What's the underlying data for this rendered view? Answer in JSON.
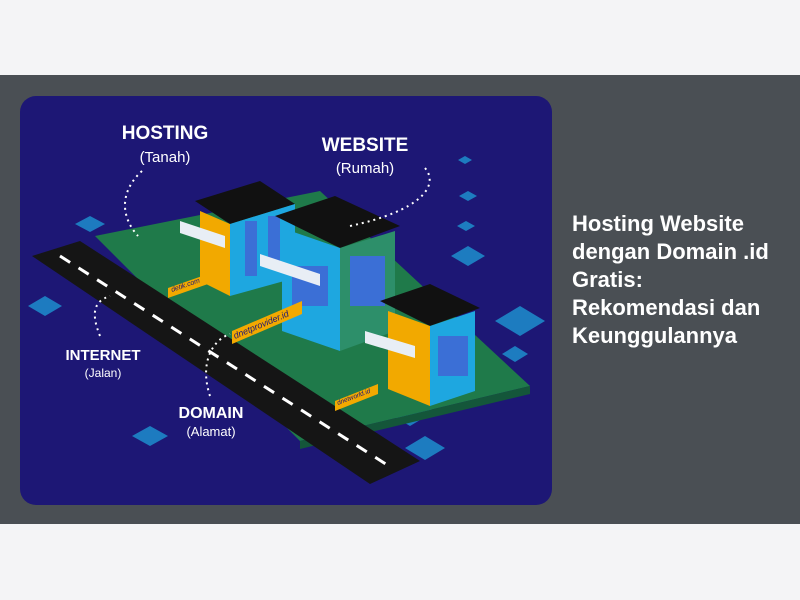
{
  "article": {
    "title": "Hosting Website dengan Domain .id Gratis: Rekomendasi dan Keunggulannya"
  },
  "illustration": {
    "labels": [
      {
        "main": "HOSTING",
        "sub": "(Tanah)"
      },
      {
        "main": "WEBSITE",
        "sub": "(Rumah)"
      },
      {
        "main": "INTERNET",
        "sub": "(Jalan)"
      },
      {
        "main": "DOMAIN",
        "sub": "(Alamat)"
      }
    ],
    "signs": [
      "detik.com",
      "dnetprovider.id",
      "dnetworld.id"
    ]
  },
  "colors": {
    "page_bg": "#f4f4f6",
    "band": "#4a4f54",
    "hero_bg": "#1d1775",
    "ground": "#1f7a4a",
    "road": "#151515",
    "sign": "#f2a900",
    "accent": "#1ea7e0"
  }
}
